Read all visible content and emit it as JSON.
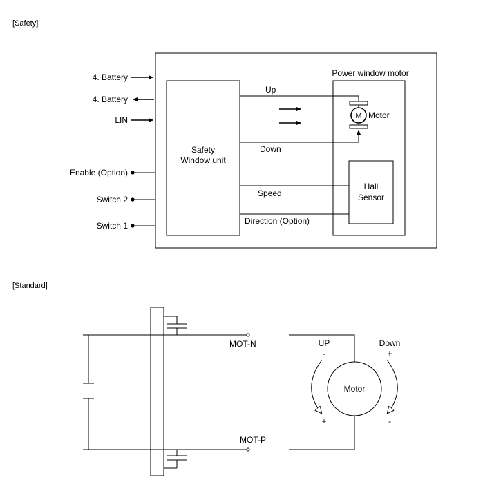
{
  "safety": {
    "section_title": "[Safety]",
    "inputs": {
      "battery_in": "4. Battery",
      "battery_out": "4. Battery",
      "lin": "LIN",
      "enable": "Enable (Option)",
      "switch2": "Switch 2",
      "switch1": "Switch 1"
    },
    "unit_label_line1": "Safety",
    "unit_label_line2": "Window unit",
    "motor_box_title": "Power window motor",
    "motor_symbol": "M",
    "motor_label": "Motor",
    "signals": {
      "up": "Up",
      "down": "Down",
      "speed": "Speed",
      "direction": "Direction (Option)"
    },
    "hall_line1": "Hall",
    "hall_line2": "Sensor"
  },
  "standard": {
    "section_title": "[Standard]",
    "mot_n": "MOT-N",
    "mot_p": "MOT-P",
    "motor_label": "Motor",
    "up_label": "UP",
    "down_label": "Down",
    "up_sign_top": "-",
    "up_sign_bottom": "+",
    "down_sign_top": "+",
    "down_sign_bottom": "-"
  },
  "icons": {
    "arrow": "arrow-icon",
    "terminal": "terminal-dot-icon",
    "capacitor": "capacitor-icon",
    "battery": "battery-icon",
    "rotation": "rotation-arrow-icon"
  }
}
